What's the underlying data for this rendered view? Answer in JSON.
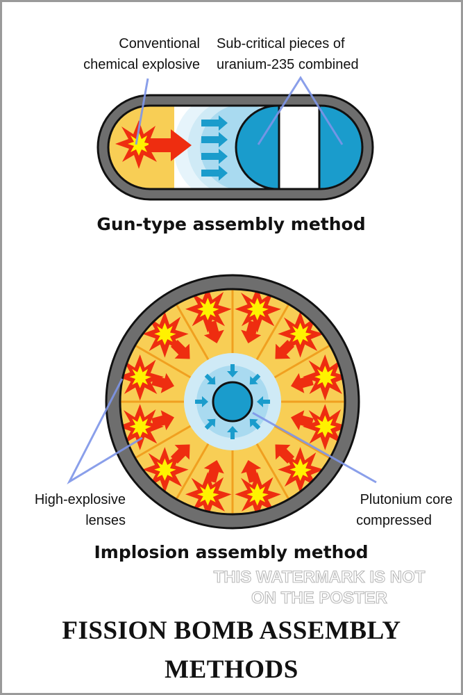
{
  "gun_type": {
    "explosive_label": [
      "Conventional",
      "chemical explosive"
    ],
    "uranium_label": [
      "Sub-critical pieces of",
      "uranium-235 combined"
    ],
    "heading": "Gun-type assembly method"
  },
  "implosion": {
    "lenses_label": [
      "High-explosive",
      "lenses"
    ],
    "core_label": [
      "Plutonium core",
      "compressed"
    ],
    "heading": "Implosion assembly method"
  },
  "watermark": [
    "THIS WATERMARK IS NOT",
    "ON THE POSTER"
  ],
  "title": [
    "FISSION BOMB ASSEMBLY",
    "METHODS"
  ],
  "colors": {
    "casing": "#6e6e6e",
    "explosive_fill": "#f8ce55",
    "blast_red": "#ee2d10",
    "blast_yellow": "#fff200",
    "fissile_blue": "#1a9ccc",
    "shockwave_blue": "#a9daf0",
    "pointer": "#7d95e8"
  }
}
